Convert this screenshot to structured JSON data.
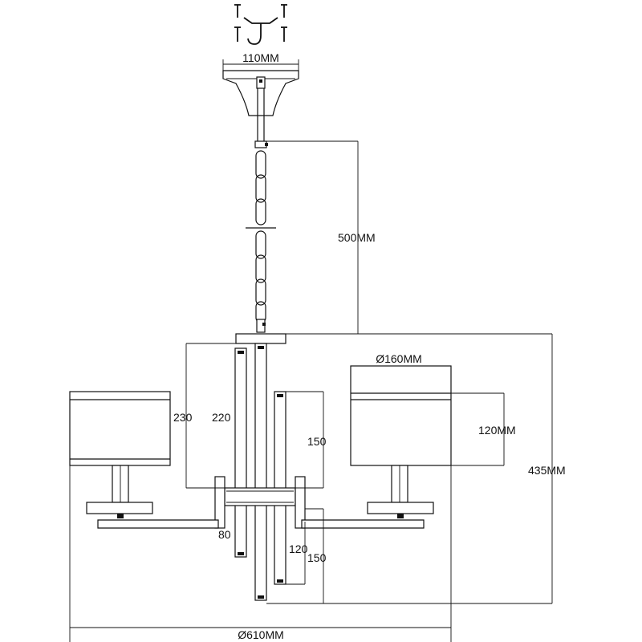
{
  "dimensions": {
    "canopy_width": "110MM",
    "chain_length": "500MM",
    "shade_diameter": "Ø160MM",
    "shade_height": "120MM",
    "total_height": "435MM",
    "total_diameter": "Ø610MM",
    "rod_left_long": "230",
    "rod_left_short": "220",
    "rod_right_upper": "150",
    "arm_offset": "80",
    "rod_right_lower_inner": "120",
    "rod_right_lower": "150"
  },
  "colors": {
    "line": "#111111",
    "background": "#ffffff"
  },
  "icons": [
    "screw-icon",
    "ceiling-hook-icon"
  ]
}
